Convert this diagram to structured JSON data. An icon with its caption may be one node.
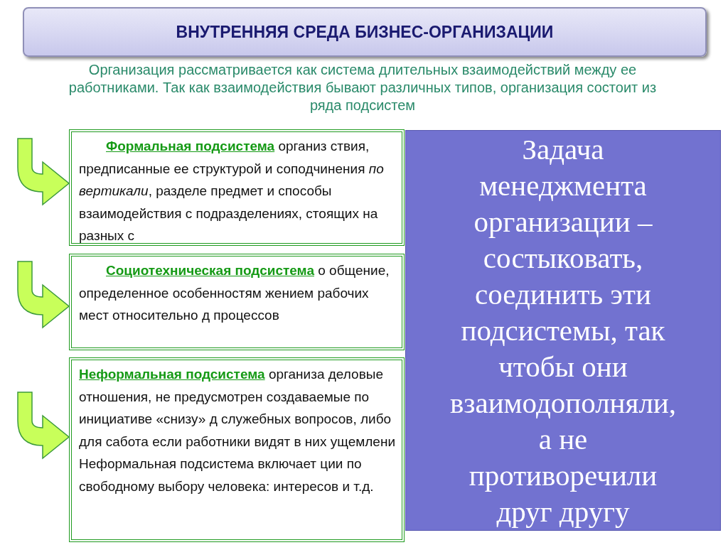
{
  "diagram": {
    "title": "ВНУТРЕННЯЯ СРЕДА БИЗНЕС-ОРГАНИЗАЦИИ",
    "nodes": [
      {
        "text": [
          "Формальная подсистема",
          "организ ствия, предписанные ее структурой и соподчинения *по вертикали*, разделе предмет и способы взаимодействия с подразделениях, стоящих на разных с"
        ]
      },
      {
        "text": [
          "Социотехническая подсистема",
          "о общение, определенное особенностям жением рабочих мест относительно д процессов"
        ]
      },
      {
        "text": [
          "Неформальная подсистема",
          "организа деловые отношения, не предусмотрен создаваемые по инициативе «снизу» д служебных вопросов, либо для сабота если работники видят в них ущемлени Неформальная подсистема включает ции по свободному выбору человека: интересов и т.д."
        ]
      },
      {
        "text": [
          "Задача менеджмента организации – состыковать, соединить эти подсистемы, так чтобы они взаимодополняли, а не противоречили друг другу"
        ]
      }
    ],
    "edges": [
      {
        "from": null,
        "to": 0,
        "arrow": "to"
      },
      {
        "from": null,
        "to": 1,
        "arrow": "to"
      },
      {
        "from": null,
        "to": 2,
        "arrow": "to"
      }
    ],
    "labels": [
      "Организация рассматривается как система длительных взаимодействий между ее работниками. Так как взаимодействия бывают различных типов, организация состоит из ряда подсистем"
    ]
  }
}
